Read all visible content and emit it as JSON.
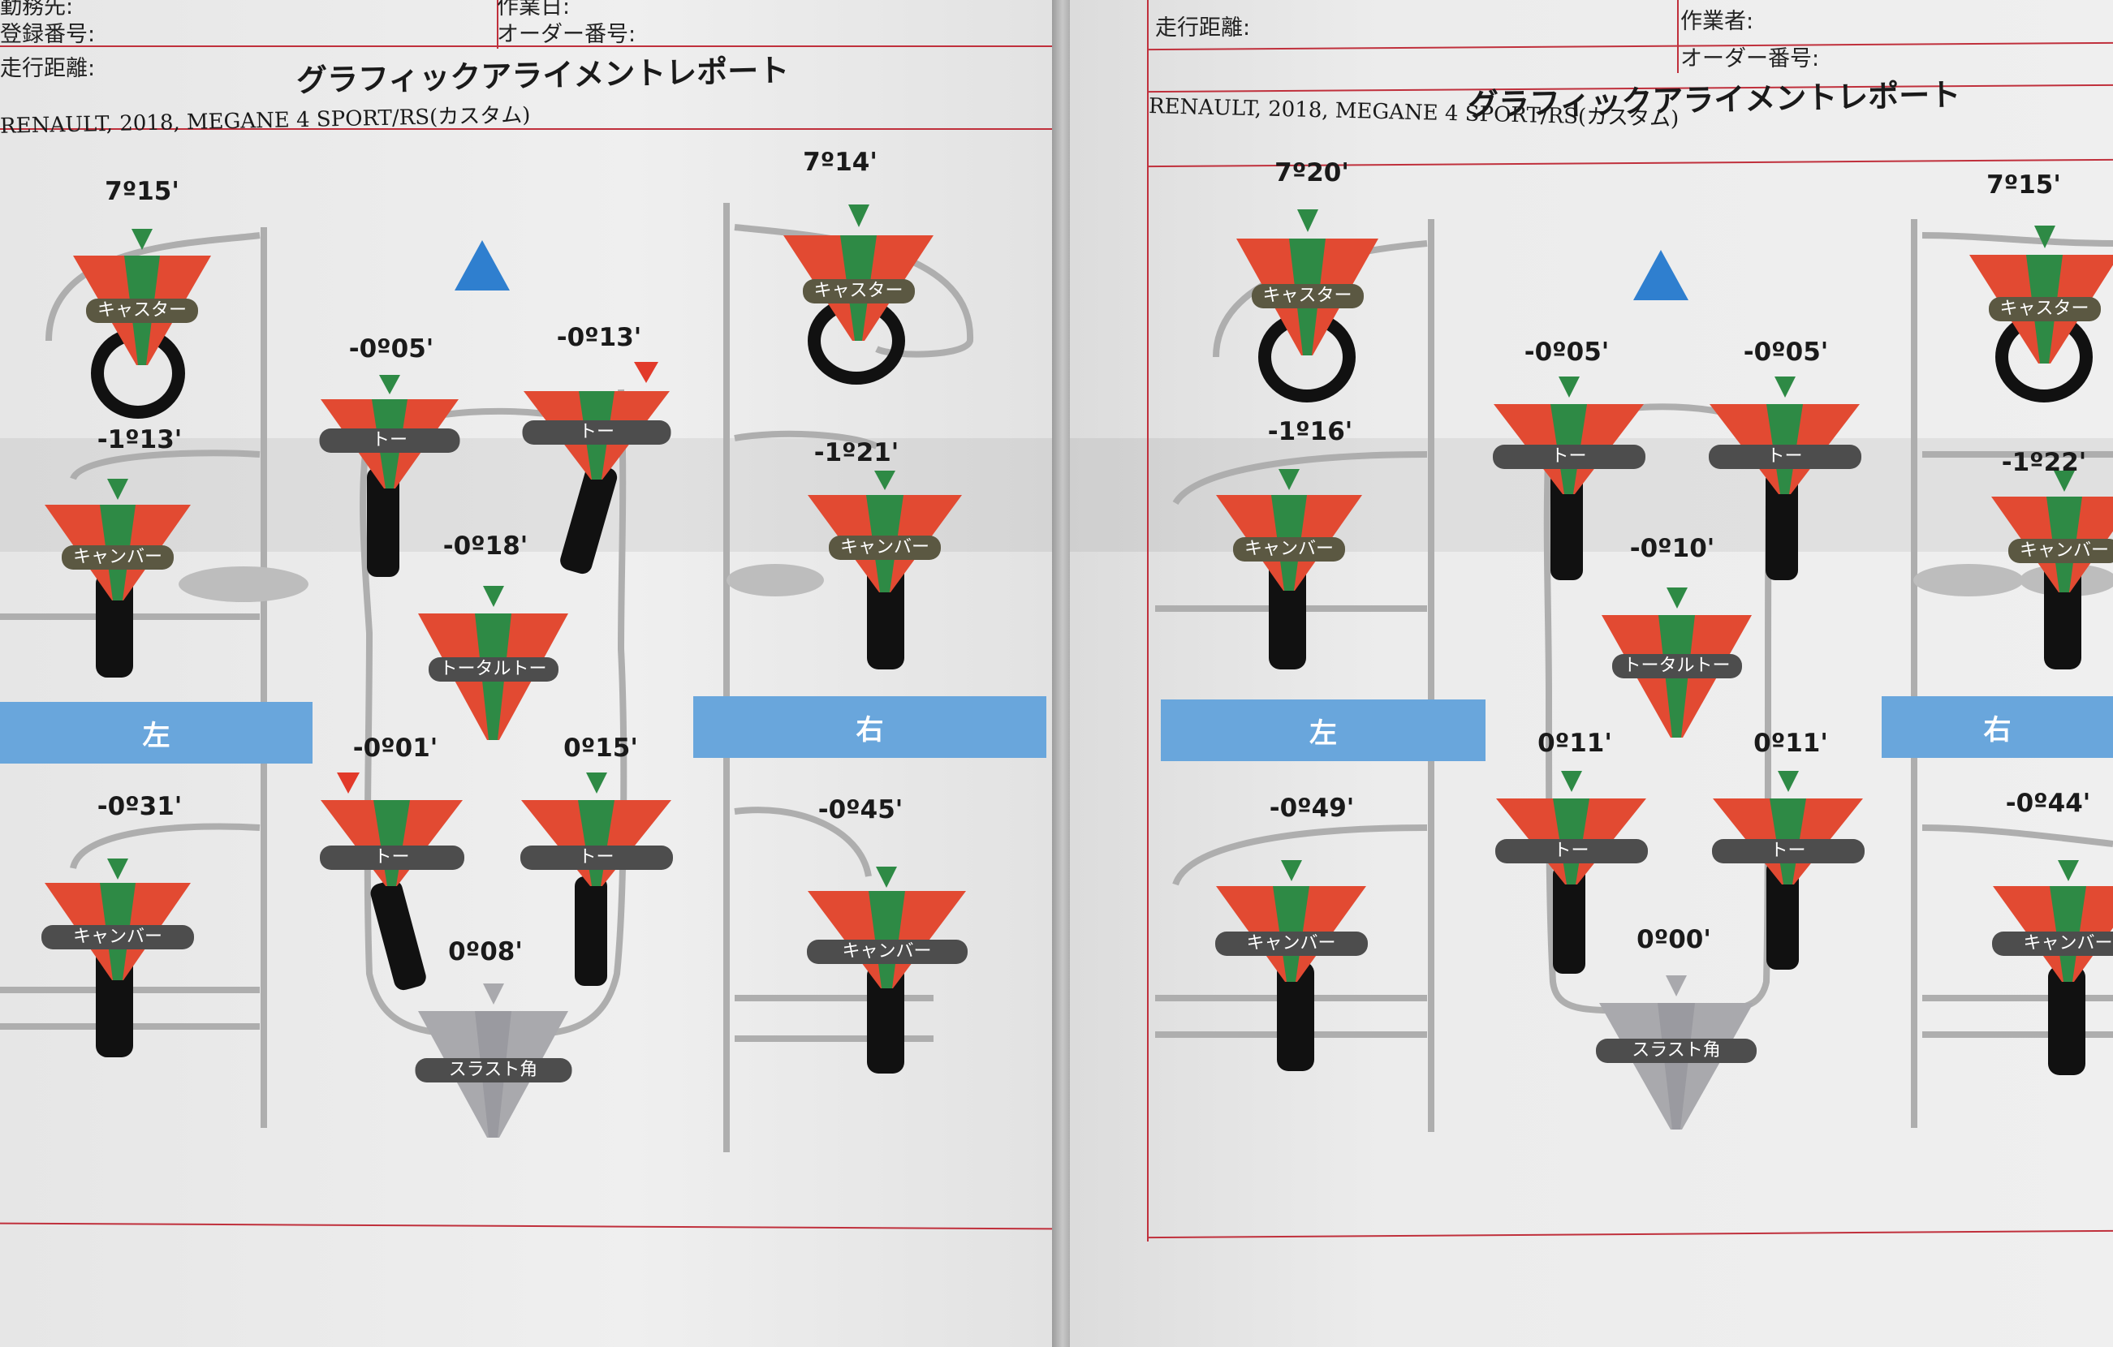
{
  "left_page": {
    "header": {
      "row1_left": "勤務先:",
      "row1_right": "作業日:",
      "row2_left": "登録番号:",
      "row2_right": "オーダー番号:",
      "row3_left": "走行距離:"
    },
    "title": "グラフィックアライメントレポート",
    "vehicle": "RENAULT, 2018, MEGANE 4 SPORT/RS(カスタム)",
    "left_label": "左",
    "right_label": "右",
    "front_left_caster": "7º15'",
    "front_right_caster": "7º14'",
    "front_left_camber": "-1º13'",
    "front_right_camber": "-1º21'",
    "front_left_toe": "-0º05'",
    "front_right_toe": "-0º13'",
    "front_total_toe": "-0º18'",
    "rear_left_toe": "-0º01'",
    "rear_right_toe": "0º15'",
    "rear_left_camber": "-0º31'",
    "rear_right_camber": "-0º45'",
    "thrust_angle": "0º08'"
  },
  "right_page": {
    "header": {
      "row1_left": "走行距離:",
      "row1_right": "作業者:",
      "row2_right": "オーダー番号:"
    },
    "title": "グラフィックアライメントレポート",
    "vehicle": "RENAULT, 2018, MEGANE 4 SPORT/RS(カスタム)",
    "left_label": "左",
    "right_label": "右",
    "front_left_caster": "7º20'",
    "front_right_caster": "7º15'",
    "front_left_camber": "-1º16'",
    "front_right_camber": "-1º22'",
    "front_left_toe": "-0º05'",
    "front_right_toe": "-0º05'",
    "front_total_toe": "-0º10'",
    "rear_left_toe": "0º11'",
    "rear_right_toe": "0º11'",
    "rear_left_camber": "-0º49'",
    "rear_right_camber": "-0º44'",
    "thrust_angle": "0º00'"
  },
  "gauge_labels": {
    "caster": "キャスター",
    "camber": "キャンバー",
    "toe": "トー",
    "total_toe": "トータルトー",
    "thrust": "スラスト角"
  },
  "colors": {
    "in_spec_green": "#2e8a45",
    "out_band_red": "#e24a32",
    "marker": "#2e8a45",
    "out_marker": "#e23a2a",
    "thrust_gray": "#a9a9ad",
    "side_bar_blue": "#69a6dc",
    "direction_arrow": "#2f7fcf",
    "frame_red": "#c0303c"
  }
}
